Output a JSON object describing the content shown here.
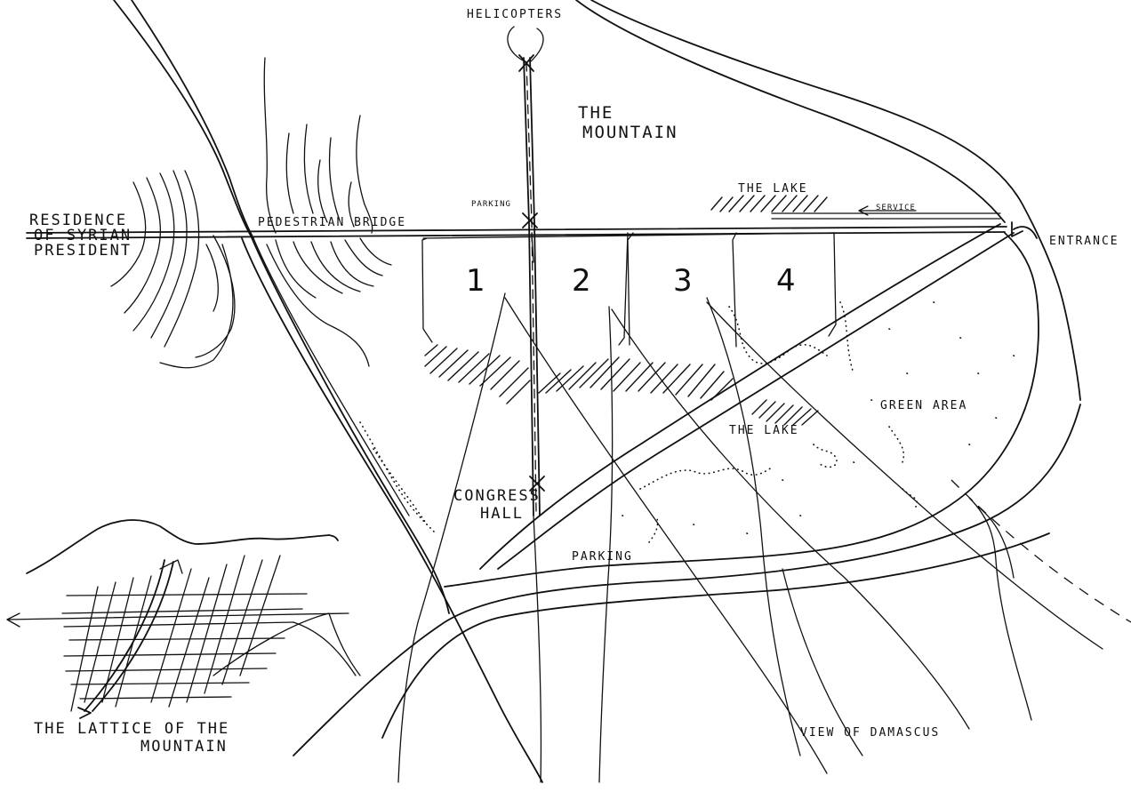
{
  "labels": {
    "helicopters": "Helicopters",
    "mountain_line1": "The",
    "mountain_line2": "Mountain",
    "residence_line1": "Residence",
    "residence_line2": "of Syrian",
    "residence_line3": "President",
    "pedestrian_bridge": "Pedestrian Bridge",
    "parking_top": "Parking",
    "the_lake_top": "The Lake",
    "service": "Service",
    "entrance": "Entrance",
    "green_area": "Green Area",
    "the_lake_bottom": "The Lake",
    "congress_line1": "Congress",
    "congress_line2": "Hall",
    "parking_bottom": "Parking",
    "view_of_damascus": "View of Damascus",
    "lattice_line1": "The Lattice of the",
    "lattice_line2": "Mountain"
  },
  "blocks": [
    {
      "number": "1"
    },
    {
      "number": "2"
    },
    {
      "number": "3"
    },
    {
      "number": "4"
    }
  ]
}
